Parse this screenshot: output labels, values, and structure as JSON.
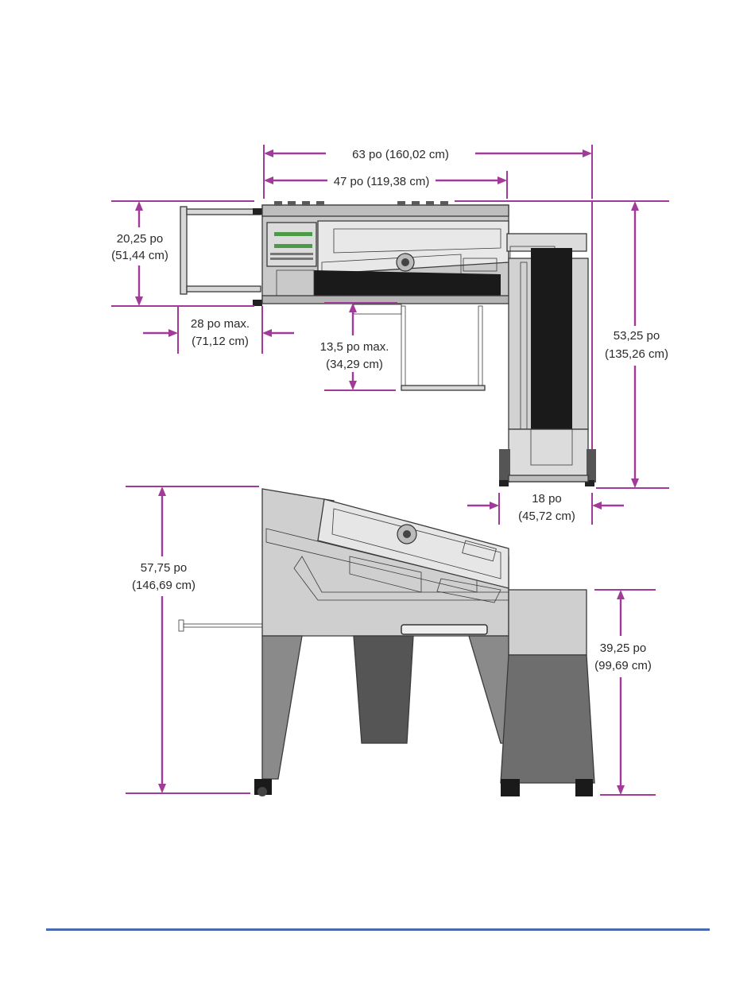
{
  "dimensions": {
    "total_width": "63 po (160,02 cm)",
    "unit_width": "47 po (119,38 cm)",
    "top_height": {
      "line1": "20,25 po",
      "line2": "(51,44 cm)"
    },
    "feeder_max": {
      "line1": "28 po max.",
      "line2": "(71,12 cm)"
    },
    "drawer_max": {
      "line1": "13,5 po max.",
      "line2": "(34,29 cm)"
    },
    "stacker_height": {
      "line1": "53,25 po",
      "line2": "(135,26 cm)"
    },
    "stacker_width": {
      "line1": "18 po",
      "line2": "(45,72 cm)"
    },
    "machine_height": {
      "line1": "57,75 po",
      "line2": "(146,69 cm)"
    },
    "cabinet_height": {
      "line1": "39,25 po",
      "line2": "(99,69 cm)"
    }
  },
  "colors": {
    "dimension_lines": "#a23a9a",
    "machine_panel": "#c9c9c9",
    "machine_dark": "#1a1a1a",
    "legs": "#8a8a8a",
    "cabinet": "#6e6e6e",
    "footer_rule": "#4a6ab0"
  }
}
